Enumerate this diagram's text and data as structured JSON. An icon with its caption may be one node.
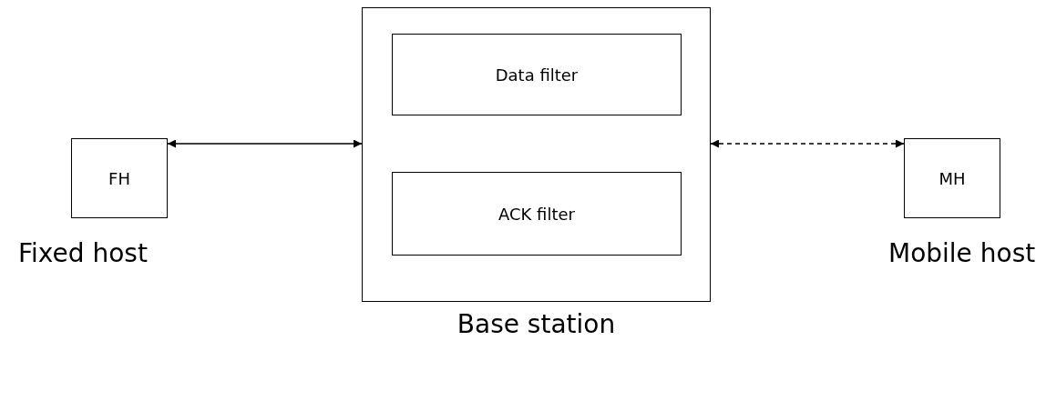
{
  "diagram": {
    "nodes": [
      {
        "text": [
          "FH"
        ],
        "beside": [
          "Fixed host"
        ]
      },
      {
        "text": [],
        "shape": "box",
        "beside": [
          "Base station"
        ]
      },
      {
        "text": [
          "Data filter"
        ],
        "in": 1
      },
      {
        "text": [
          "ACK filter"
        ],
        "in": 1
      },
      {
        "text": [
          "MH"
        ],
        "beside": [
          "Mobile host"
        ]
      }
    ],
    "edges": [
      {
        "from": 0,
        "to": 1,
        "arrow": "both"
      },
      {
        "from": 1,
        "to": 4,
        "arrow": "both",
        "style": "dashed"
      }
    ]
  }
}
